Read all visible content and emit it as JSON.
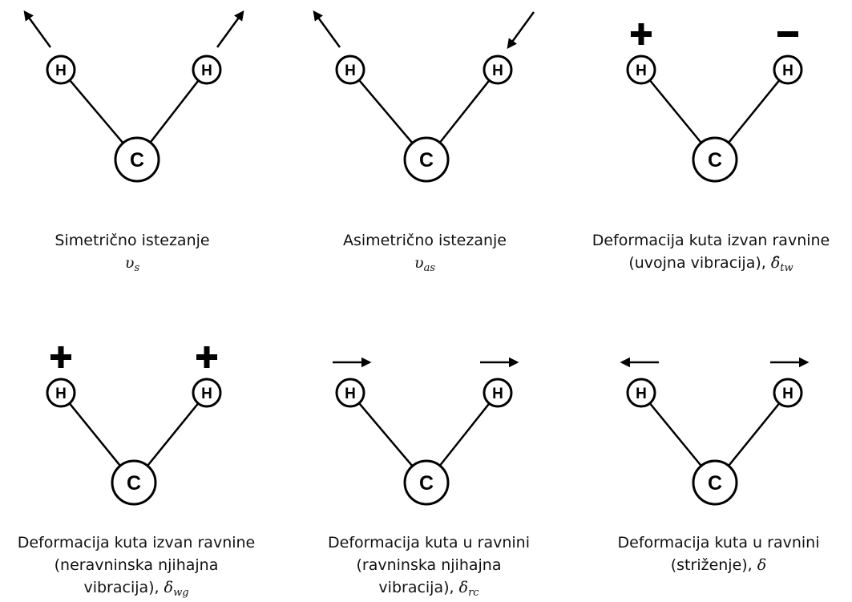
{
  "atoms": {
    "hydrogen": "H",
    "carbon": "C"
  },
  "modes": [
    {
      "id": "sym-stretch",
      "indicators": [
        "arrow-up-left",
        "arrow-up-right"
      ],
      "caption": {
        "line1": "Simetrično istezanje",
        "line2_text": "",
        "symbol": "υ",
        "subscript": "s",
        "line3_text": "",
        "line3_symbol": "",
        "line3_subscript": ""
      }
    },
    {
      "id": "asym-stretch",
      "indicators": [
        "arrow-up-left",
        "arrow-down-left"
      ],
      "caption": {
        "line1": "Asimetrično istezanje",
        "line2_text": "",
        "symbol": "υ",
        "subscript": "as",
        "line3_text": "",
        "line3_symbol": "",
        "line3_subscript": ""
      }
    },
    {
      "id": "twisting",
      "indicators": [
        "+",
        "−"
      ],
      "caption": {
        "line1": "Deformacija kuta izvan ravnine",
        "line2_text": "(uvojna vibracija), ",
        "symbol": "δ̂",
        "subscript": "tw",
        "line3_text": "",
        "line3_symbol": "",
        "line3_subscript": ""
      }
    },
    {
      "id": "wagging",
      "indicators": [
        "+",
        "+"
      ],
      "caption": {
        "line1": "Deformacija kuta izvan ravnine",
        "line2_text": "(neravninska njihajna",
        "symbol": "",
        "subscript": "",
        "line3_text": "vibracija), ",
        "line3_symbol": "δ",
        "line3_subscript": "wg"
      }
    },
    {
      "id": "rocking",
      "indicators": [
        "arrow-right",
        "arrow-right"
      ],
      "caption": {
        "line1": "Deformacija kuta u ravnini",
        "line2_text": "(ravninska njihajna",
        "symbol": "",
        "subscript": "",
        "line3_text": "vibracija), ",
        "line3_symbol": "δ",
        "line3_subscript": "rc"
      }
    },
    {
      "id": "scissoring",
      "indicators": [
        "arrow-left",
        "arrow-right"
      ],
      "caption": {
        "line1": "Deformacija kuta u ravnini",
        "line2_text": "(striženje), ",
        "symbol": "δ",
        "subscript": "",
        "line3_text": "",
        "line3_symbol": "",
        "line3_subscript": ""
      }
    }
  ]
}
